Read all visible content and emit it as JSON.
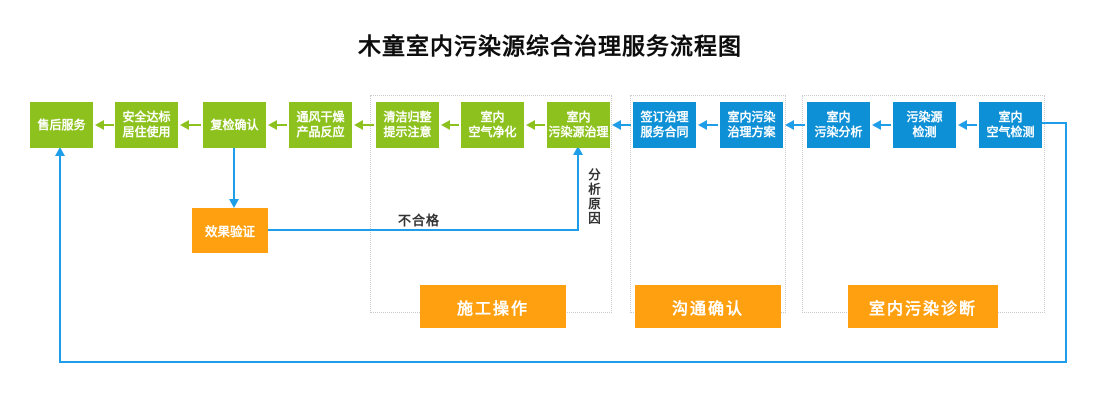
{
  "title": "木童室内污染源综合治理服务流程图",
  "colors": {
    "green": "#8dc21e",
    "blue": "#0e90d6",
    "orange": "#ffa011",
    "line_blue": "#1e9ee8",
    "edge_label_ink": "#333333",
    "container_border": "#cbcbcb"
  },
  "nodes": [
    {
      "id": "after-sales-service",
      "lines": [
        "售后服务"
      ],
      "color": "green"
    },
    {
      "id": "safe-standard-living",
      "lines": [
        "安全达标",
        "居住使用"
      ],
      "color": "green"
    },
    {
      "id": "recheck-confirm",
      "lines": [
        "复检确认"
      ],
      "color": "green"
    },
    {
      "id": "ventilation-drying",
      "lines": [
        "通风干燥",
        "产品反应"
      ],
      "color": "green"
    },
    {
      "id": "cleanup-notice",
      "lines": [
        "清洁归整",
        "提示注意"
      ],
      "color": "green"
    },
    {
      "id": "indoor-air-purify",
      "lines": [
        "室内",
        "空气净化"
      ],
      "color": "green"
    },
    {
      "id": "pollution-source-treat",
      "lines": [
        "室内",
        "污染源治理"
      ],
      "color": "green"
    },
    {
      "id": "sign-service-contract",
      "lines": [
        "签订治理",
        "服务合同"
      ],
      "color": "blue"
    },
    {
      "id": "treatment-plan",
      "lines": [
        "室内污染",
        "治理方案"
      ],
      "color": "blue"
    },
    {
      "id": "pollution-analysis",
      "lines": [
        "室内",
        "污染分析"
      ],
      "color": "blue"
    },
    {
      "id": "source-detection",
      "lines": [
        "污染源",
        "检测"
      ],
      "color": "blue"
    },
    {
      "id": "indoor-air-detection",
      "lines": [
        "室内",
        "空气检测"
      ],
      "color": "blue"
    }
  ],
  "verify_node": {
    "label": "效果验证"
  },
  "stages": [
    {
      "label": "施工操作"
    },
    {
      "label": "沟通确认"
    },
    {
      "label": "室内污染诊断"
    }
  ],
  "edge_labels": {
    "fail": "不合格",
    "analyze": "分析原因"
  }
}
